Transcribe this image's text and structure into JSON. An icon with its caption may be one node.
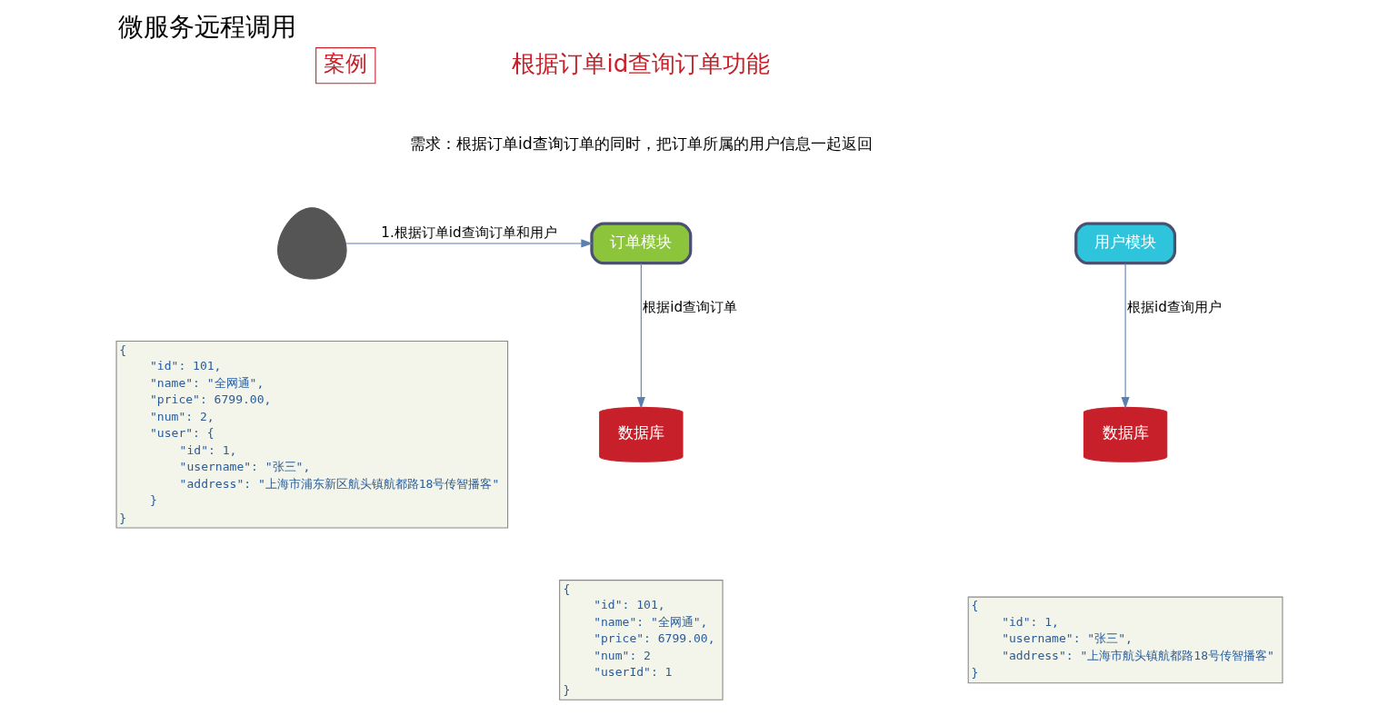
{
  "diagram": {
    "title": "微服务远程调用",
    "nodes": [
      {
        "text": [],
        "shape": "person"
      },
      {
        "text": [
          "订单模块"
        ]
      },
      {
        "text": [
          "用户模块"
        ]
      },
      {
        "text": [
          "数据库"
        ]
      },
      {
        "text": [
          "数据库"
        ]
      }
    ],
    "edges": [
      {
        "from": 0,
        "to": 1,
        "arrow": "to",
        "label": "1.根据订单id查询订单和用户"
      },
      {
        "from": 1,
        "to": 3,
        "arrow": "to",
        "label": "根据id查询订单"
      },
      {
        "from": 2,
        "to": 4,
        "arrow": "to",
        "label": "根据id查询用户"
      }
    ],
    "labels": [
      "案例",
      "根据订单id查询订单功能",
      "需求：根据订单id查询订单的同时，把订单所属的用户信息一起返回",
      "{",
      "\"id\": 101,",
      "\"name\": \"全网通\",",
      "\"price\": 6799.00,",
      "\"num\": 2,",
      "\"user\": {",
      "\"id\": 1,",
      "\"username\": \"张三\",",
      "\"address\": \"上海市浦东新区航头镇航都路18号传智播客\"",
      "}",
      "}",
      "{",
      "\"id\": 101,",
      "\"name\": \"全网通\",",
      "\"price\": 6799.00,",
      "\"num\": 2",
      "\"userId\": 1",
      "}",
      "{",
      "\"id\": 1,",
      "\"username\": \"张三\",",
      "\"address\": \"上海市航头镇航都路18号传智播客\"",
      "}"
    ]
  }
}
